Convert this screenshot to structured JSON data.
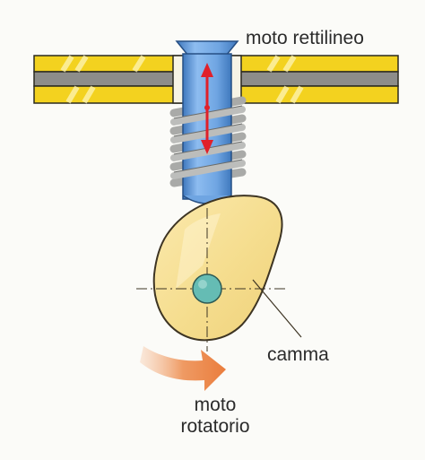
{
  "labels": {
    "linear_motion": "moto rettilineo",
    "cam": "camma",
    "rotary_motion_line1": "moto",
    "rotary_motion_line2": "rotatorio"
  },
  "colors": {
    "rail_yellow": "#f3d21f",
    "rail_gray": "#8d8d8a",
    "rail_edge": "#2b2a20",
    "follower_blue": "#6fa5e2",
    "follower_dark": "#3f78bd",
    "spring_gray": "#a9aaa8",
    "arrow_red": "#e0202a",
    "cam_fill": "#f6df93",
    "cam_edge": "#3d3423",
    "shaft_teal": "#65bcb4",
    "rotation_arrow": "#ef8c4f"
  },
  "icons": {
    "linear_arrow": "double-headed-vertical-arrow",
    "rotation_arrow": "curved-right-arrow"
  }
}
